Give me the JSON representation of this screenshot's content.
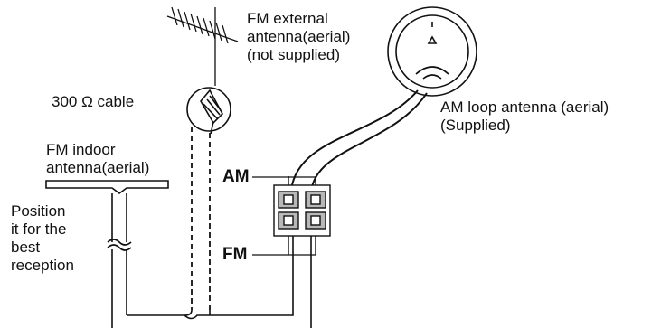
{
  "labels": {
    "fm_external": [
      "FM external",
      "antenna(aerial)",
      "(not supplied)"
    ],
    "cable": "300 Ω cable",
    "am_loop": [
      "AM loop antenna (aerial)",
      "(Supplied)"
    ],
    "fm_indoor": [
      "FM indoor",
      "antenna(aerial)"
    ],
    "position": [
      "Position",
      "it for the",
      "best",
      "reception"
    ],
    "am_terminal": "AM",
    "fm_terminal": "FM"
  },
  "colors": {
    "line": "#111111",
    "fill": "#ffffff",
    "terminal": "#b8b8b8"
  }
}
